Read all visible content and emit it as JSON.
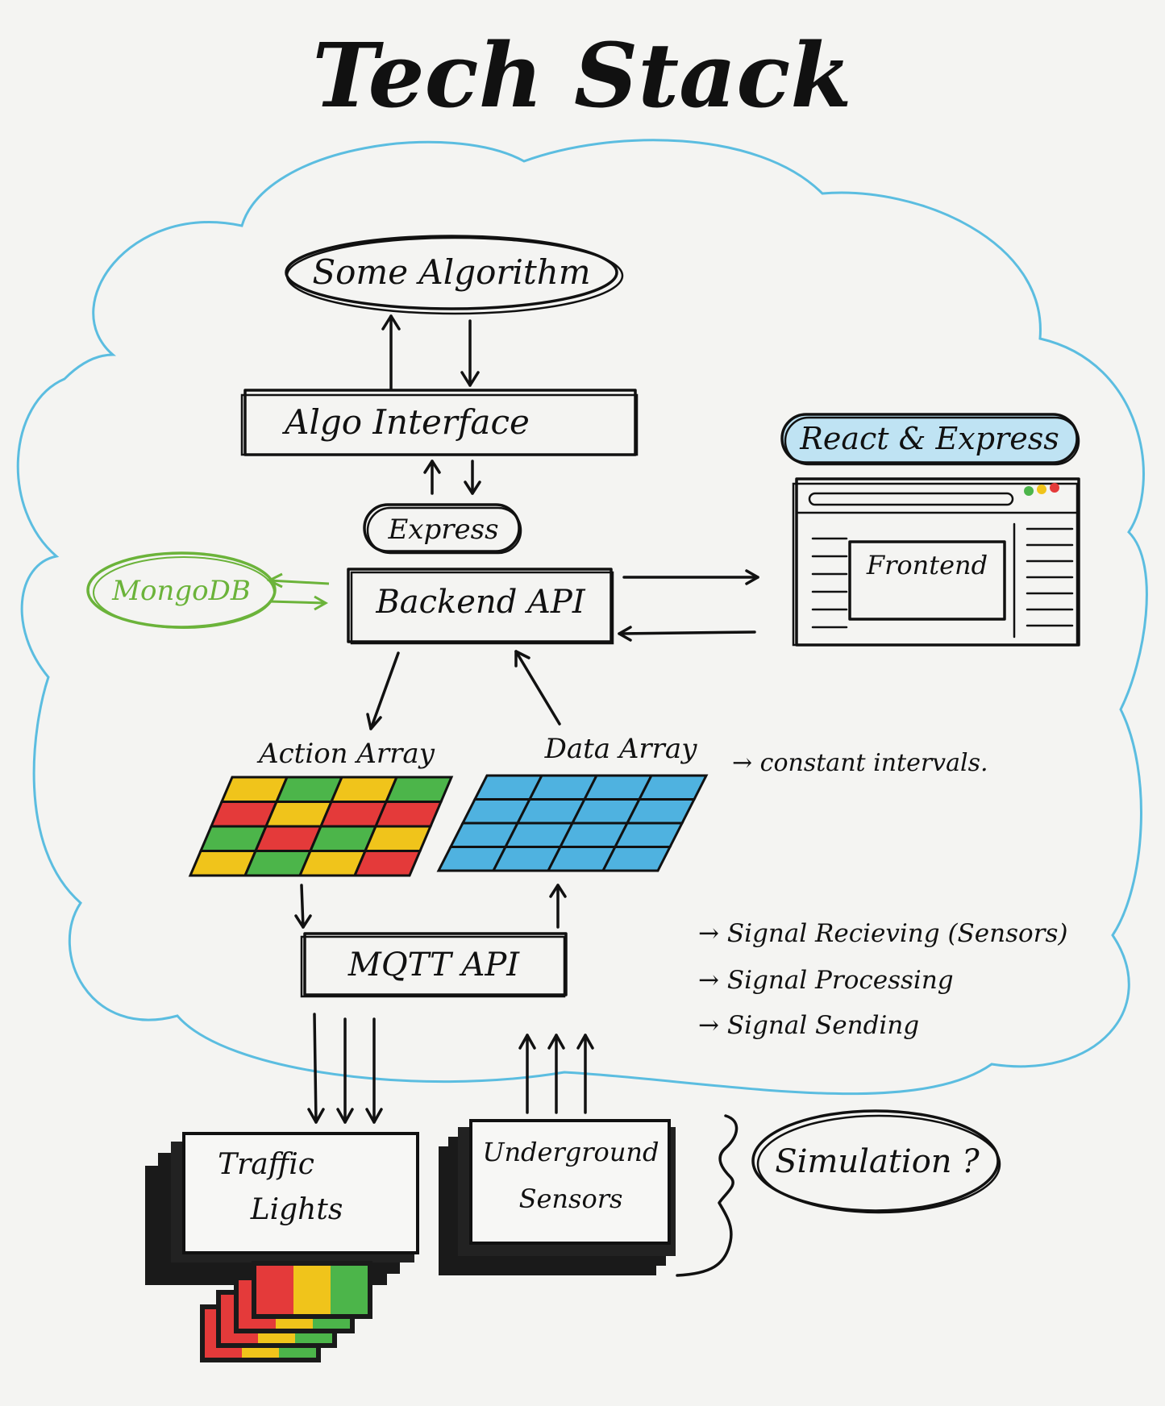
{
  "title": "Tech Stack",
  "nodes": {
    "algorithm": "Some Algorithm",
    "algo_interface": "Algo Interface",
    "express": "Express",
    "backend_api": "Backend API",
    "mongodb": "MongoDB",
    "react_express": "React & Express",
    "frontend": "Frontend",
    "action_array": "Action Array",
    "data_array": "Data Array",
    "mqtt_api": "MQTT API",
    "traffic_lights_line1": "Traffic",
    "traffic_lights_line2": "Lights",
    "sensors_line1": "Underground",
    "sensors_line2": "Sensors",
    "simulation": "Simulation ?"
  },
  "notes": {
    "constant_intervals": "→ constant intervals.",
    "signal_receiving": "→ Signal Recieving (Sensors)",
    "signal_processing": "→ Signal Processing",
    "signal_sending": "→ Signal Sending"
  },
  "colors": {
    "cloud": "#5bbde0",
    "mongodb": "#6bb33a",
    "red": "#e43a3a",
    "yellow": "#f0c41b",
    "green": "#4cb54a",
    "blue": "#4fb2e0",
    "ink": "#111111"
  },
  "action_array_cells": [
    [
      "yellow",
      "green",
      "yellow",
      "green"
    ],
    [
      "red",
      "yellow",
      "red",
      "red"
    ],
    [
      "green",
      "red",
      "green",
      "yellow"
    ],
    [
      "yellow",
      "green",
      "yellow",
      "red"
    ]
  ]
}
